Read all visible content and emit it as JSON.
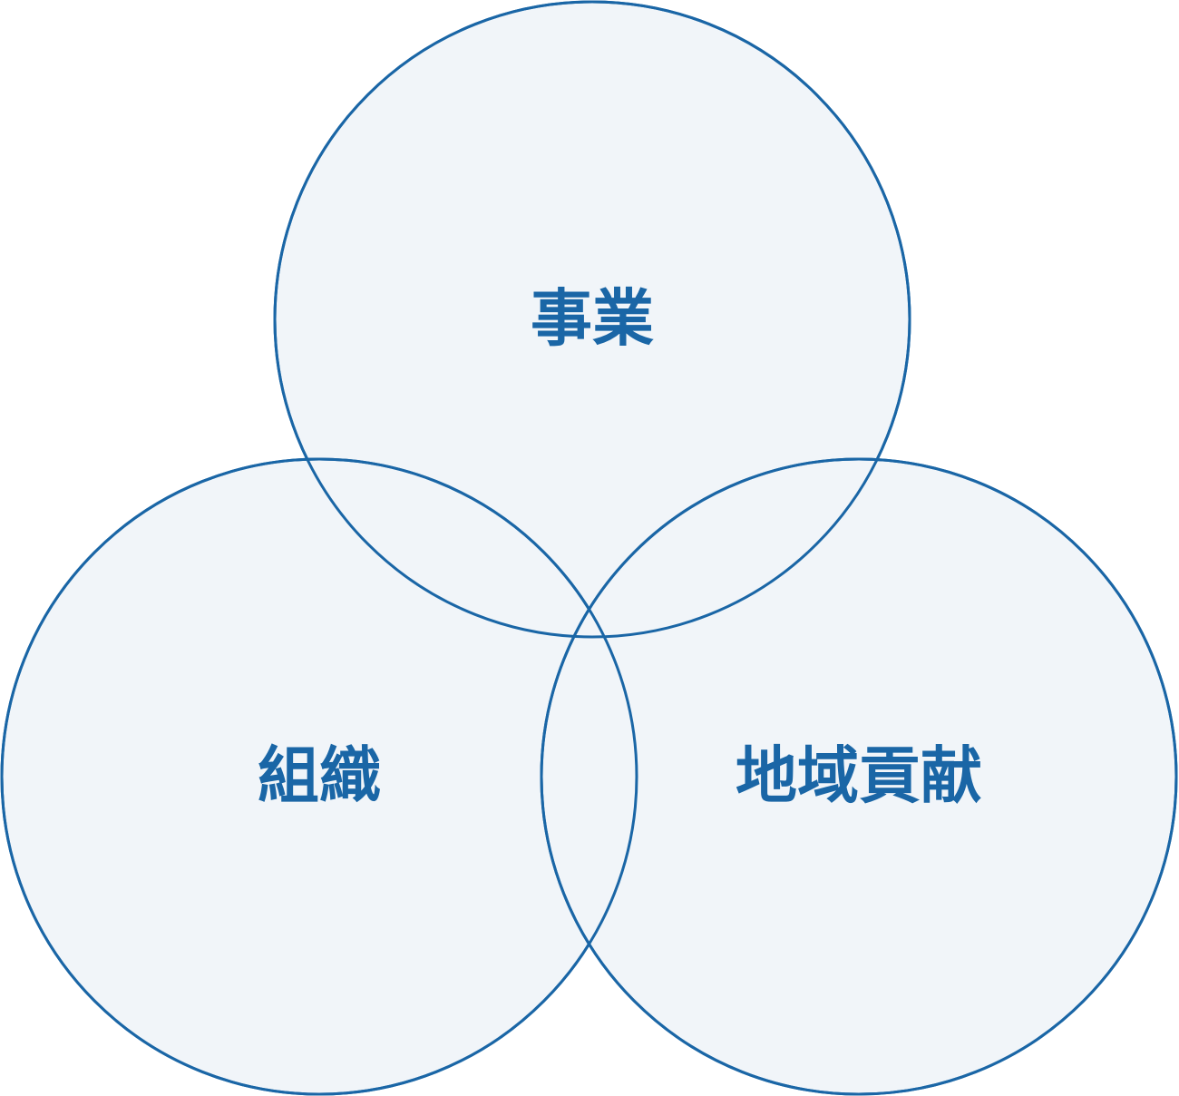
{
  "diagram": {
    "type": "venn",
    "colors": {
      "stroke": "#1a66a6",
      "fill": "#f1f5f9",
      "label": "#1a66a6",
      "background": "#ffffff"
    },
    "sets": [
      {
        "id": "business",
        "label": "事業"
      },
      {
        "id": "organization",
        "label": "組織"
      },
      {
        "id": "community",
        "label": "地域貢献"
      }
    ]
  }
}
